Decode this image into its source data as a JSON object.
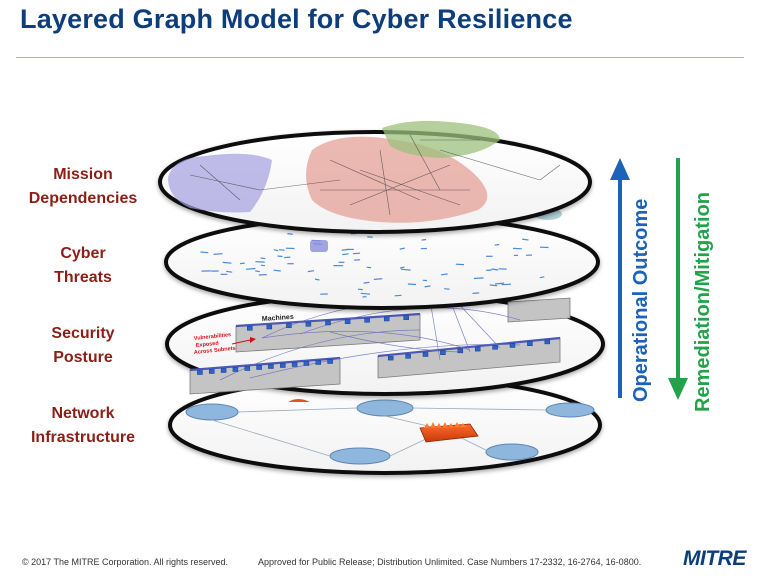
{
  "title": "Layered Graph Model for Cyber Resilience",
  "layers": [
    {
      "line1": "Mission",
      "line2": "Dependencies"
    },
    {
      "line1": "Cyber",
      "line2": "Threats"
    },
    {
      "line1": "Security",
      "line2": "Posture"
    },
    {
      "line1": "Network",
      "line2": "Infrastructure"
    }
  ],
  "arrows": {
    "up_label": "Operational Outcome",
    "down_label": "Remediation/Mitigation",
    "up_color": "#1b62b8",
    "down_color": "#22a34a"
  },
  "posture_layer": {
    "machines_label": "Machines",
    "vuln_note_line1": "Vulnerabilities",
    "vuln_note_line2": "Exposed",
    "vuln_note_line3": "Across Subnets"
  },
  "footer": {
    "copyright": "© 2017 The MITRE Corporation. All rights reserved.",
    "approval": "Approved for Public Release; Distribution Unlimited. Case Numbers 17-2332, 16-2764, 16-0800.",
    "logo": "MITRE"
  },
  "colors": {
    "title": "#0d3d7a",
    "label": "#8a1f17",
    "rule": "#b5c64a"
  }
}
